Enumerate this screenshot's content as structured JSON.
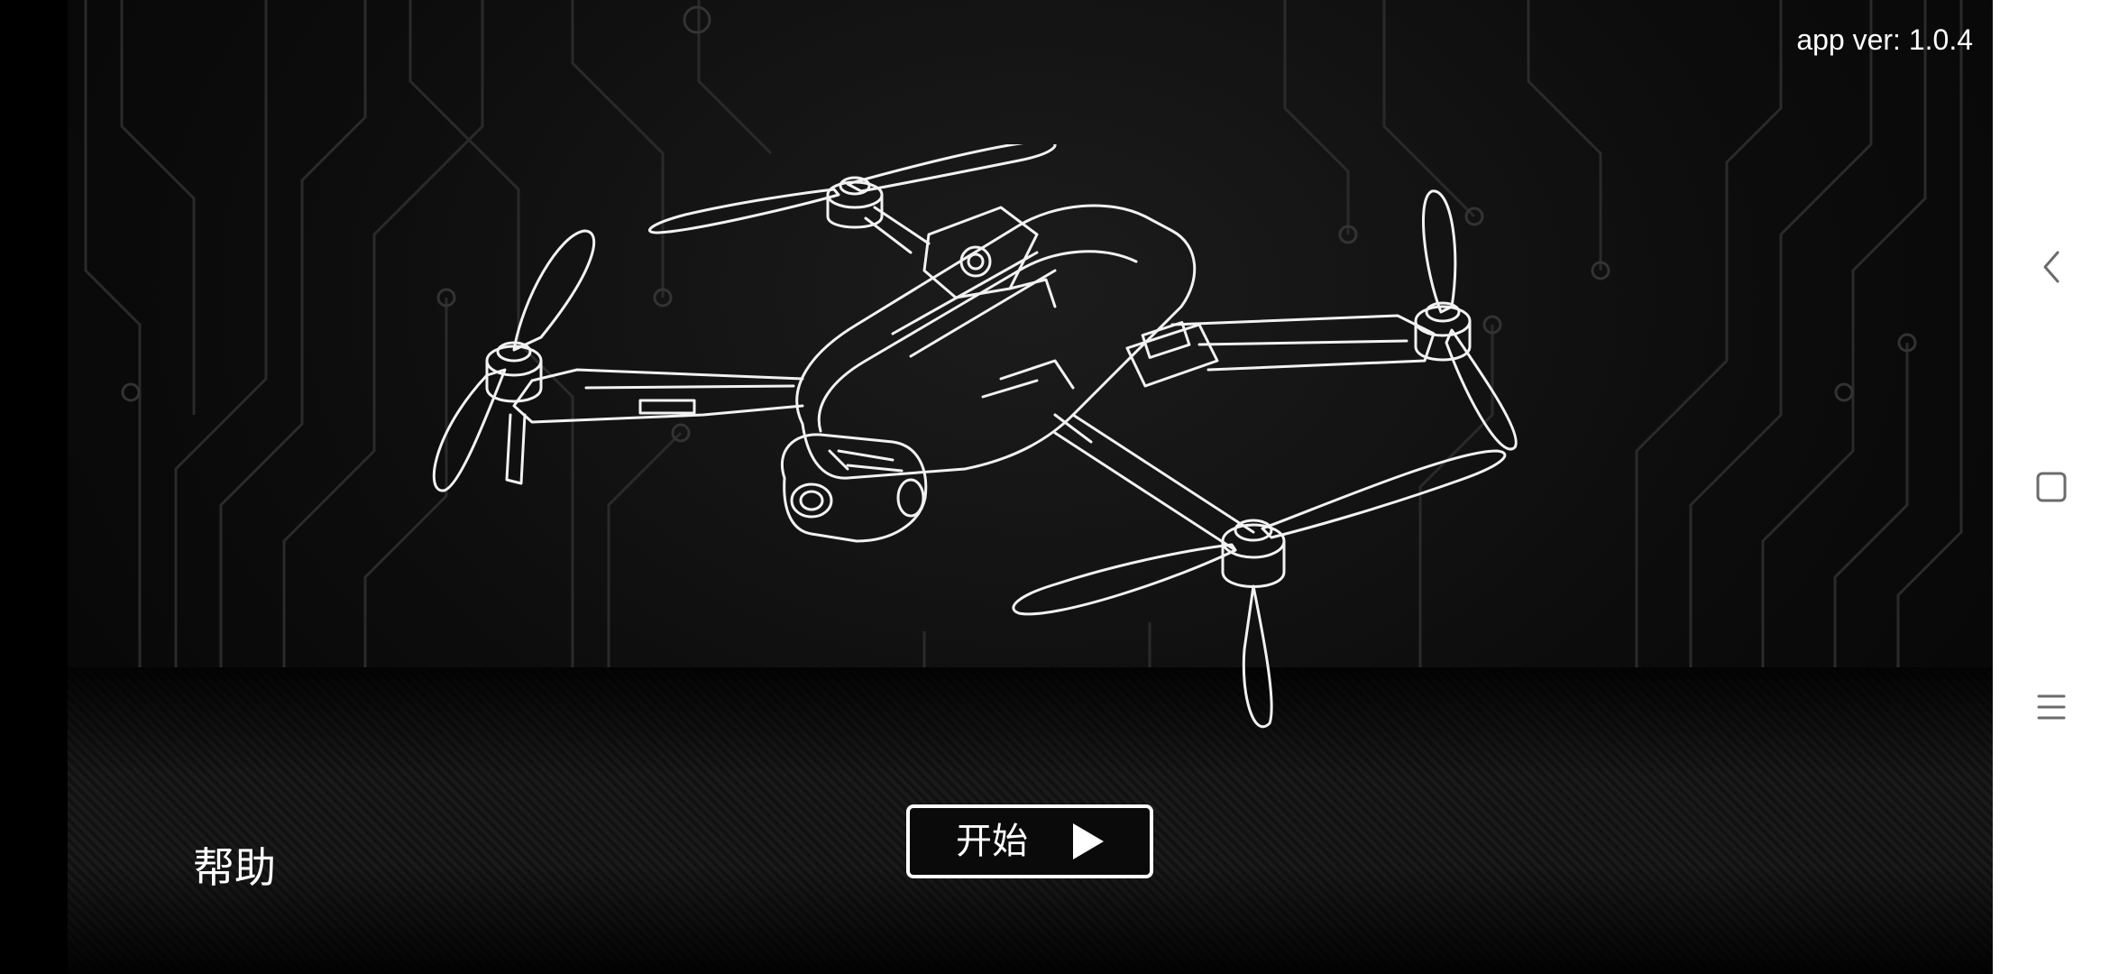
{
  "app": {
    "version_text": "app ver: 1.0.4"
  },
  "main": {
    "help_label": "帮助",
    "start_label": "开始",
    "start_icon": "play-triangle-icon",
    "hero_image": "drone-line-illustration"
  },
  "navbar": {
    "back_icon": "back-chevron-icon",
    "home_icon": "home-square-icon",
    "recents_icon": "menu-lines-icon"
  },
  "colors": {
    "background": "#000000",
    "text": "#ffffff",
    "navbar": "#ffffff",
    "navbar_icons": "#6b6b6b"
  }
}
